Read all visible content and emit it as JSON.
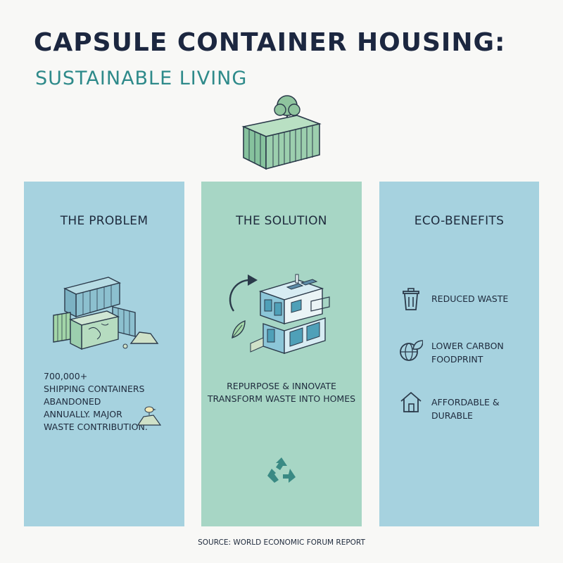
{
  "header": {
    "title": "CAPSULE CONTAINER HOUSING:",
    "subtitle": "SUSTAINABLE LIVING",
    "hero_icon": "container-with-tree-icon"
  },
  "panels": [
    {
      "title": "THE PROBLEM",
      "icon": "stacked-containers-icon",
      "text": "700,000+\nSHIPPING CONTAINERS\nABANDONED\nANNUALLY. MAJOR\nWASTE CONTRIBUTION.",
      "small_icon": "bird-on-debris-icon"
    },
    {
      "title": "THE SOLUTION",
      "icon": "container-home-icon",
      "text": "REPURPOSE & INNOVATE\nTRANSFORM WASTE INTO HOMES",
      "small_icon": "recycle-icon"
    },
    {
      "title": "ECO-BENEFITS",
      "items": [
        {
          "icon": "trash-can-icon",
          "label": "REDUCED WASTE"
        },
        {
          "icon": "globe-leaf-icon",
          "label": "LOWER CARBON\nFOODPRINT"
        },
        {
          "icon": "house-icon",
          "label": "AFFORDABLE & DURABLE"
        }
      ]
    }
  ],
  "source": "SOURCE: WORLD ECONOMIC FORUM REPORT",
  "colors": {
    "panel_blue": "#a6d2df",
    "panel_green": "#a7d6c5",
    "title_navy": "#1c2740",
    "subtitle_teal": "#2e8a8a",
    "container_green": "#9ccfae"
  }
}
